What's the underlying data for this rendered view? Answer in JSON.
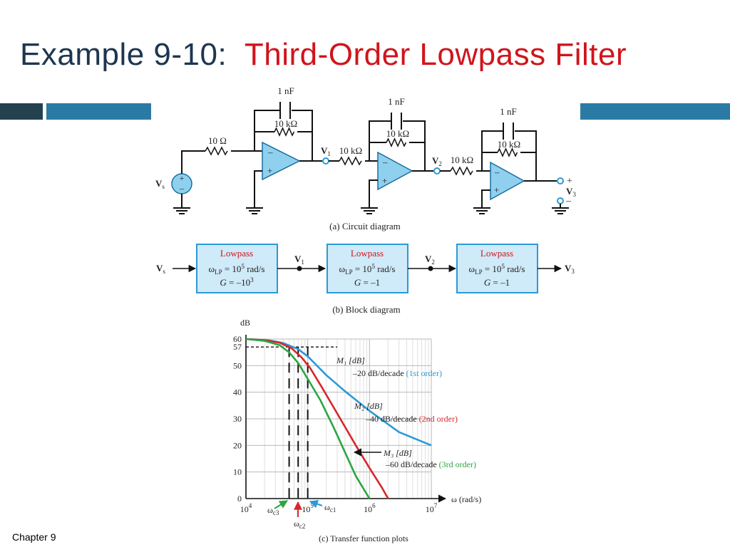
{
  "slide": {
    "title_lead": "Example 9-10:",
    "title_accent": "Third-Order Lowpass Filter",
    "footer": "Chapter 9",
    "colors": {
      "title": "#1d3650",
      "accent": "#d0141c",
      "bar_dark": "#24414f",
      "bar_blue": "#2b7aa5"
    }
  },
  "circuit": {
    "caption": "(a) Circuit diagram",
    "source_label": "V",
    "source_sub": "s",
    "input_resistor": "10 Ω",
    "cap_label": "1 nF",
    "feedback_resistor": "10 kΩ",
    "inter_resistor": "10 kΩ",
    "node1": "V",
    "node1_sub": "1",
    "node2": "V",
    "node2_sub": "2",
    "output": "V",
    "output_sub": "3",
    "minus": "–",
    "plus": "+"
  },
  "block_diagram": {
    "caption": "(b) Block diagram",
    "input": "V",
    "input_sub": "s",
    "blocks": [
      {
        "title": "Lowpass",
        "freq_sym": "ω",
        "freq_sub": "LP",
        "freq_eq": " = 10",
        "freq_exp": "5",
        "freq_unit": " rad/s",
        "gain_sym": "G",
        "gain_val": " = –10",
        "gain_exp": "3"
      },
      {
        "title": "Lowpass",
        "freq_sym": "ω",
        "freq_sub": "LP",
        "freq_eq": " = 10",
        "freq_exp": "5",
        "freq_unit": " rad/s",
        "gain_sym": "G",
        "gain_val": " = –1",
        "gain_exp": ""
      },
      {
        "title": "Lowpass",
        "freq_sym": "ω",
        "freq_sub": "LP",
        "freq_eq": " = 10",
        "freq_exp": "5",
        "freq_unit": " rad/s",
        "gain_sym": "G",
        "gain_val": " = –1",
        "gain_exp": ""
      }
    ],
    "nodes": [
      {
        "sym": "V",
        "sub": "1"
      },
      {
        "sym": "V",
        "sub": "2"
      }
    ],
    "output": "V",
    "output_sub": "3"
  },
  "chart_data": {
    "type": "line",
    "caption": "(c) Transfer function plots",
    "ylabel": "dB",
    "xlabel": "ω (rad/s)",
    "x_scale": "log",
    "ylim": [
      0,
      60
    ],
    "y_ticks": [
      "0",
      "10",
      "20",
      "30",
      "40",
      "50",
      "57",
      "60"
    ],
    "x_ticks": [
      {
        "base": "10",
        "exp": "4"
      },
      {
        "base": "10",
        "exp": "5"
      },
      {
        "base": "10",
        "exp": "6"
      },
      {
        "base": "10",
        "exp": "7"
      }
    ],
    "reference_level_db": 57,
    "cutoffs": [
      {
        "label": "ω",
        "sub": "c3",
        "color": "#2ca542"
      },
      {
        "label": "ω",
        "sub": "c2",
        "color": "#d8262c"
      },
      {
        "label": "ω",
        "sub": "c1",
        "color": "#2a9ad6"
      }
    ],
    "series": [
      {
        "name": "M₁ [dB]",
        "slope": "–20 dB/decade",
        "order": "(1st order)",
        "color": "#2a9ad6",
        "points": [
          [
            10000,
            60
          ],
          [
            15000,
            59.8
          ],
          [
            25000,
            59.4
          ],
          [
            40000,
            58.5
          ],
          [
            70000,
            56.2
          ],
          [
            100000,
            53.5
          ],
          [
            200000,
            46.4
          ],
          [
            400000,
            40.4
          ],
          [
            1000000,
            33
          ],
          [
            3000000,
            25
          ],
          [
            10000000,
            20
          ]
        ]
      },
      {
        "name": "M₂ [dB]",
        "slope": "–40 dB/decade",
        "order": "(2nd order)",
        "color": "#d8262c",
        "points": [
          [
            10000,
            60
          ],
          [
            20000,
            59.6
          ],
          [
            35000,
            58.6
          ],
          [
            55000,
            56.5
          ],
          [
            80000,
            53
          ],
          [
            110000,
            49
          ],
          [
            170000,
            41.8
          ],
          [
            300000,
            32
          ],
          [
            600000,
            20
          ],
          [
            1000000,
            11.5
          ],
          [
            1600000,
            4
          ],
          [
            2000000,
            0
          ]
        ]
      },
      {
        "name": "M₃ [dB]",
        "slope": "–60 dB/decade",
        "order": "(3rd order)",
        "color": "#2ca542",
        "points": [
          [
            10000,
            60
          ],
          [
            20000,
            59.3
          ],
          [
            35000,
            57.7
          ],
          [
            50000,
            55
          ],
          [
            70000,
            51
          ],
          [
            100000,
            45
          ],
          [
            160000,
            37
          ],
          [
            260000,
            27
          ],
          [
            400000,
            17.5
          ],
          [
            600000,
            8.5
          ],
          [
            1000000,
            0
          ]
        ]
      }
    ]
  }
}
